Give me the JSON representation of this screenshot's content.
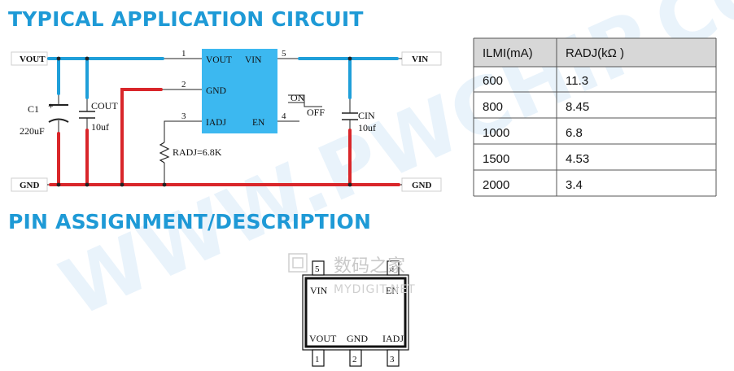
{
  "headings": {
    "circuit": "TYPICAL APPLICATION CIRCUIT",
    "pins": "PIN ASSIGNMENT/DESCRIPTION"
  },
  "watermark": {
    "main": "WWW.PWCHIP.CO",
    "logo_cn": "数码之家",
    "logo_en": "MYDIGIT.NET"
  },
  "colors": {
    "heading": "#1e9ad6",
    "chip_fill": "#3cb8f0",
    "vout_rail": "#1f9fd9",
    "gnd_rail": "#d9262a",
    "table_header": "#d7d7d7"
  },
  "circuit": {
    "terminals": {
      "vout": "VOUT",
      "gnd_left": "GND",
      "vin": "VIN",
      "gnd_right": "GND"
    },
    "chip_pins": [
      {
        "num": "1",
        "name": "VOUT"
      },
      {
        "num": "2",
        "name": "GND"
      },
      {
        "num": "3",
        "name": "IADJ"
      },
      {
        "num": "4",
        "name": "EN"
      },
      {
        "num": "5",
        "name": "VIN"
      }
    ],
    "c1": {
      "name": "C1",
      "polarity": "+",
      "value": "220uF"
    },
    "cout": {
      "name": "COUT",
      "value": "10uf"
    },
    "cin": {
      "name": "CIN",
      "value": "10uf"
    },
    "radj": {
      "label": "RADJ=6.8K"
    },
    "switch": {
      "on": "ON",
      "off": "OFF"
    }
  },
  "table": {
    "headers": [
      "ILMI(mA)",
      "RADJ(kΩ )"
    ],
    "rows": [
      [
        "600",
        "11.3"
      ],
      [
        "800",
        "8.45"
      ],
      [
        "1000",
        "6.8"
      ],
      [
        "1500",
        "4.53"
      ],
      [
        "2000",
        "3.4"
      ]
    ]
  },
  "package": {
    "top_pins": [
      {
        "num": "5",
        "name": "VIN"
      },
      {
        "num": "4",
        "name": "EN"
      }
    ],
    "bottom_pins": [
      {
        "num": "1",
        "name": "VOUT"
      },
      {
        "num": "2",
        "name": "GND"
      },
      {
        "num": "3",
        "name": "IADJ"
      }
    ]
  }
}
